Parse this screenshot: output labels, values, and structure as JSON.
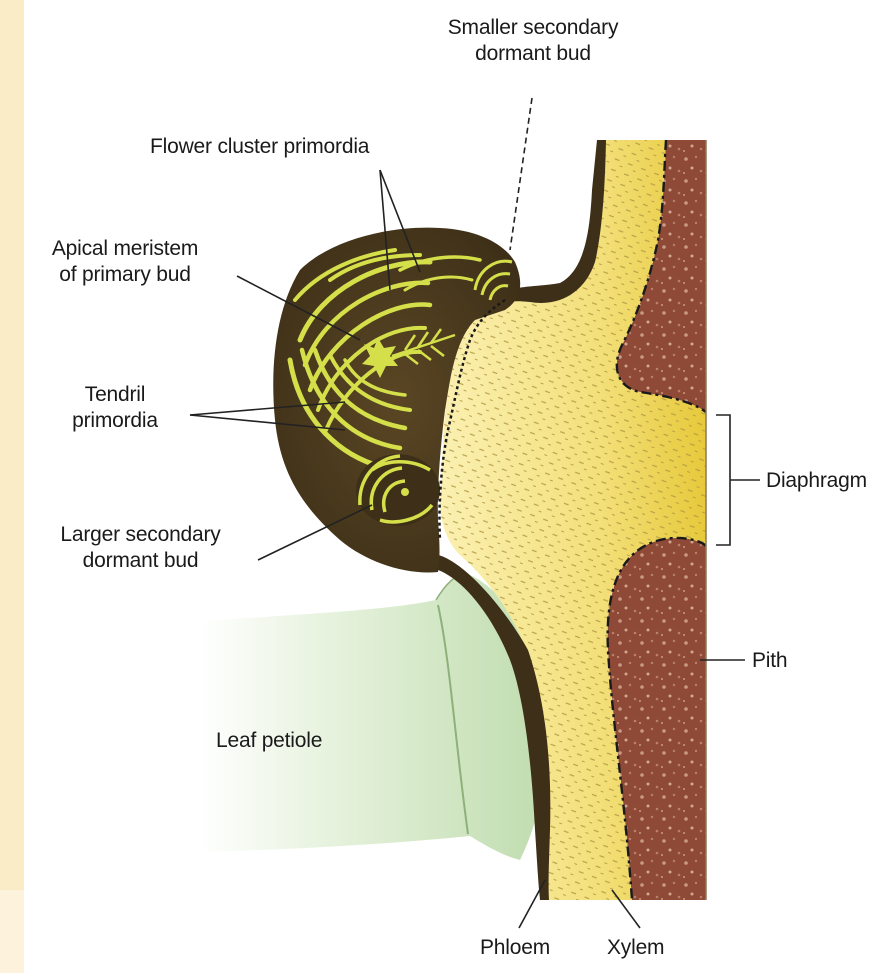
{
  "labels": {
    "smaller_secondary_bud": [
      "Smaller secondary",
      "dormant bud"
    ],
    "flower_cluster": "Flower cluster primordia",
    "apical_meristem": [
      "Apical meristem",
      "of primary bud"
    ],
    "tendril": [
      "Tendril",
      "primordia"
    ],
    "larger_secondary_bud": [
      "Larger secondary",
      "dormant bud"
    ],
    "leaf_petiole": "Leaf petiole",
    "diaphragm": "Diaphragm",
    "pith": "Pith",
    "phloem": "Phloem",
    "xylem": "Xylem"
  },
  "colors": {
    "background": "#fdf3dd",
    "panel": "#ffffff",
    "bud_tissue": "#4a3a1e",
    "xylem": "#f3e07a",
    "primordia": "#d4df4a",
    "pith": "#8e4a36",
    "petiole": "#d3e8c5"
  }
}
